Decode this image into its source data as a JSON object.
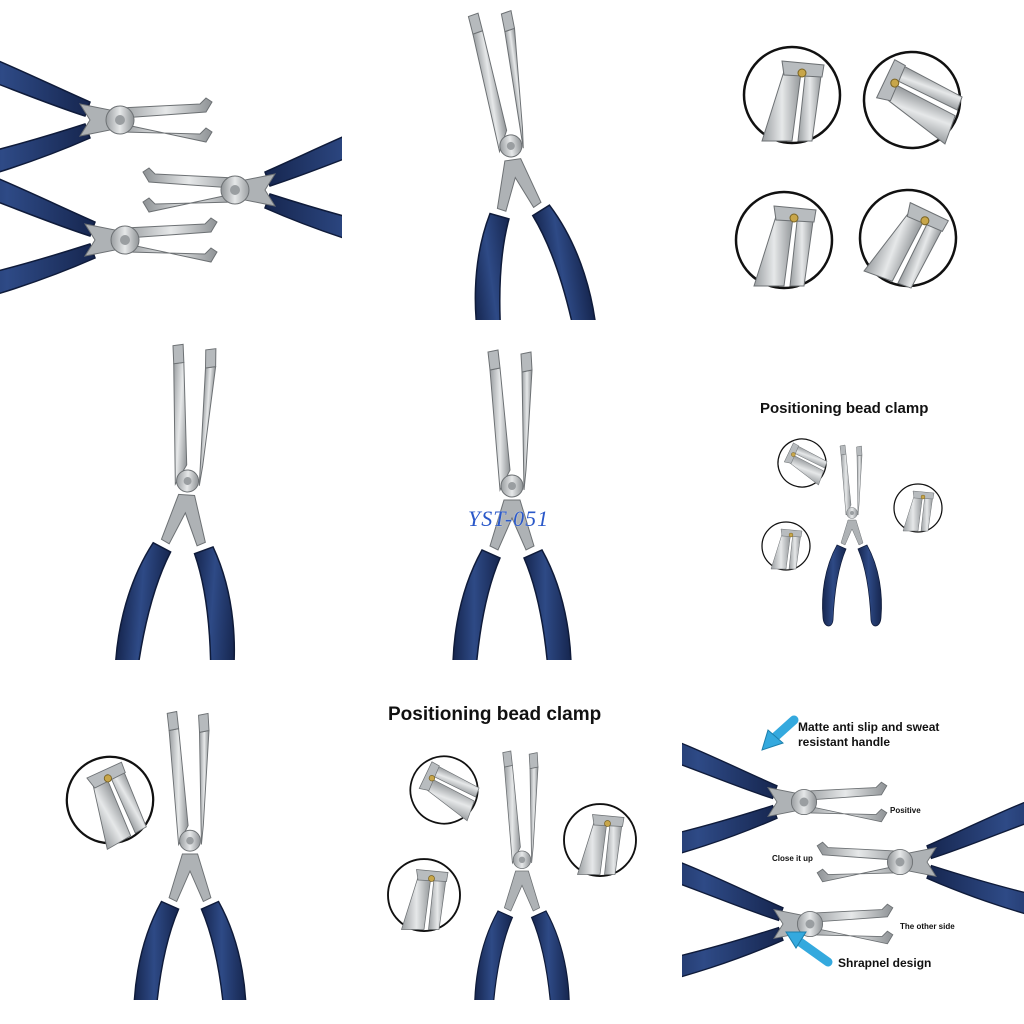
{
  "tiles": [
    {
      "name": "three-pliers-overview"
    },
    {
      "name": "single-plier-front"
    },
    {
      "name": "tip-closeups-grid"
    },
    {
      "name": "single-plier-open"
    },
    {
      "name": "single-plier-watermarked"
    },
    {
      "name": "positioning-clamp-small-diagram"
    },
    {
      "name": "plier-with-tip-detail"
    },
    {
      "name": "positioning-clamp-large-diagram"
    },
    {
      "name": "feature-annotation-diagram"
    }
  ],
  "watermark": {
    "text": "YST-051"
  },
  "small_heading": {
    "text": "Positioning bead clamp"
  },
  "large_heading": {
    "text": "Positioning bead clamp"
  },
  "annotations": {
    "handle": "Matte anti slip and sweat resistant handle",
    "positive": "Positive",
    "close_it_up": "Close it up",
    "other_side": "The other side",
    "shrapnel": "Shrapnel design"
  },
  "colors": {
    "handle": "#243a6e",
    "handle_dark": "#16264f",
    "steel": "#c9ccce",
    "steel_dark": "#8e9295",
    "arrow": "#34a9de",
    "watermark": "#2a58c9"
  }
}
